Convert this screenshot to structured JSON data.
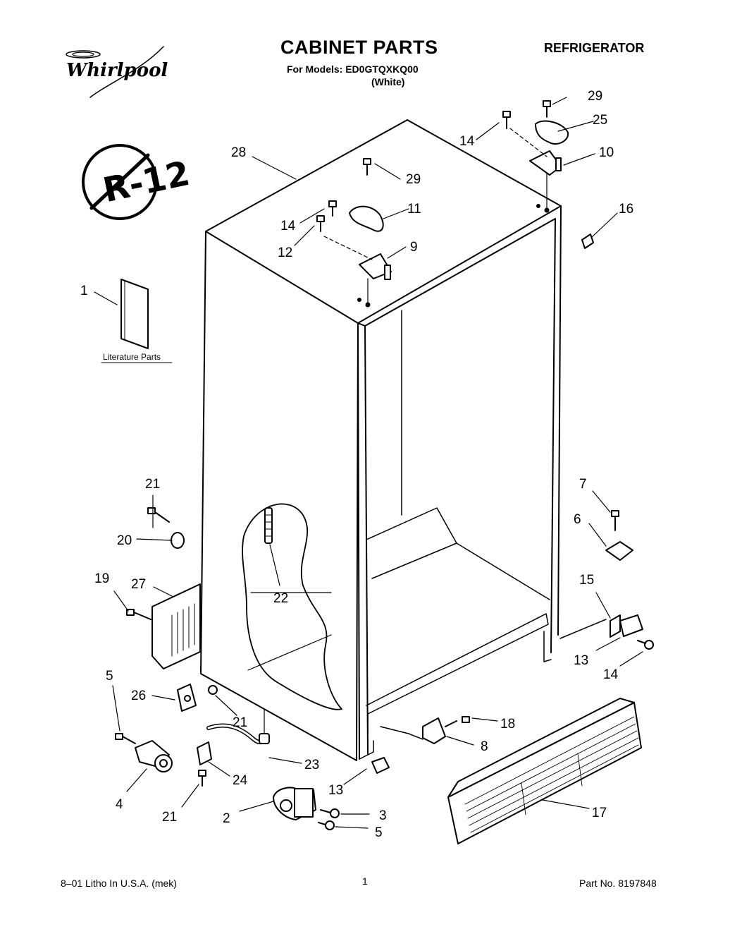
{
  "header": {
    "brand": "Whirlpool",
    "title": "CABINET PARTS",
    "models_line": "For Models: ED0GTQXKQ00",
    "color_line": "(White)",
    "category": "REFRIGERATOR"
  },
  "badge": {
    "text": "R-12"
  },
  "literature": {
    "label": "Literature Parts"
  },
  "callouts": [
    {
      "id": "c29a",
      "text": "29"
    },
    {
      "id": "c25",
      "text": "25"
    },
    {
      "id": "c14a",
      "text": "14"
    },
    {
      "id": "c10",
      "text": "10"
    },
    {
      "id": "c28",
      "text": "28"
    },
    {
      "id": "c29b",
      "text": "29"
    },
    {
      "id": "c11",
      "text": "11"
    },
    {
      "id": "c16",
      "text": "16"
    },
    {
      "id": "c14b",
      "text": "14"
    },
    {
      "id": "c12",
      "text": "12"
    },
    {
      "id": "c9",
      "text": "9"
    },
    {
      "id": "c1",
      "text": "1"
    },
    {
      "id": "c21a",
      "text": "21"
    },
    {
      "id": "c7",
      "text": "7"
    },
    {
      "id": "c6",
      "text": "6"
    },
    {
      "id": "c20",
      "text": "20"
    },
    {
      "id": "c19",
      "text": "19"
    },
    {
      "id": "c27",
      "text": "27"
    },
    {
      "id": "c22",
      "text": "22"
    },
    {
      "id": "c15",
      "text": "15"
    },
    {
      "id": "c13a",
      "text": "13"
    },
    {
      "id": "c14c",
      "text": "14"
    },
    {
      "id": "c5a",
      "text": "5"
    },
    {
      "id": "c26",
      "text": "26"
    },
    {
      "id": "c21b",
      "text": "21"
    },
    {
      "id": "c18",
      "text": "18"
    },
    {
      "id": "c8",
      "text": "8"
    },
    {
      "id": "c23",
      "text": "23"
    },
    {
      "id": "c24",
      "text": "24"
    },
    {
      "id": "c4",
      "text": "4"
    },
    {
      "id": "c13b",
      "text": "13"
    },
    {
      "id": "c17",
      "text": "17"
    },
    {
      "id": "c3",
      "text": "3"
    },
    {
      "id": "c21c",
      "text": "21"
    },
    {
      "id": "c2",
      "text": "2"
    },
    {
      "id": "c5b",
      "text": "5"
    }
  ],
  "footer": {
    "left": "8–01 Litho In U.S.A. (mek)",
    "page": "1",
    "part_no": "Part No. 8197848"
  }
}
